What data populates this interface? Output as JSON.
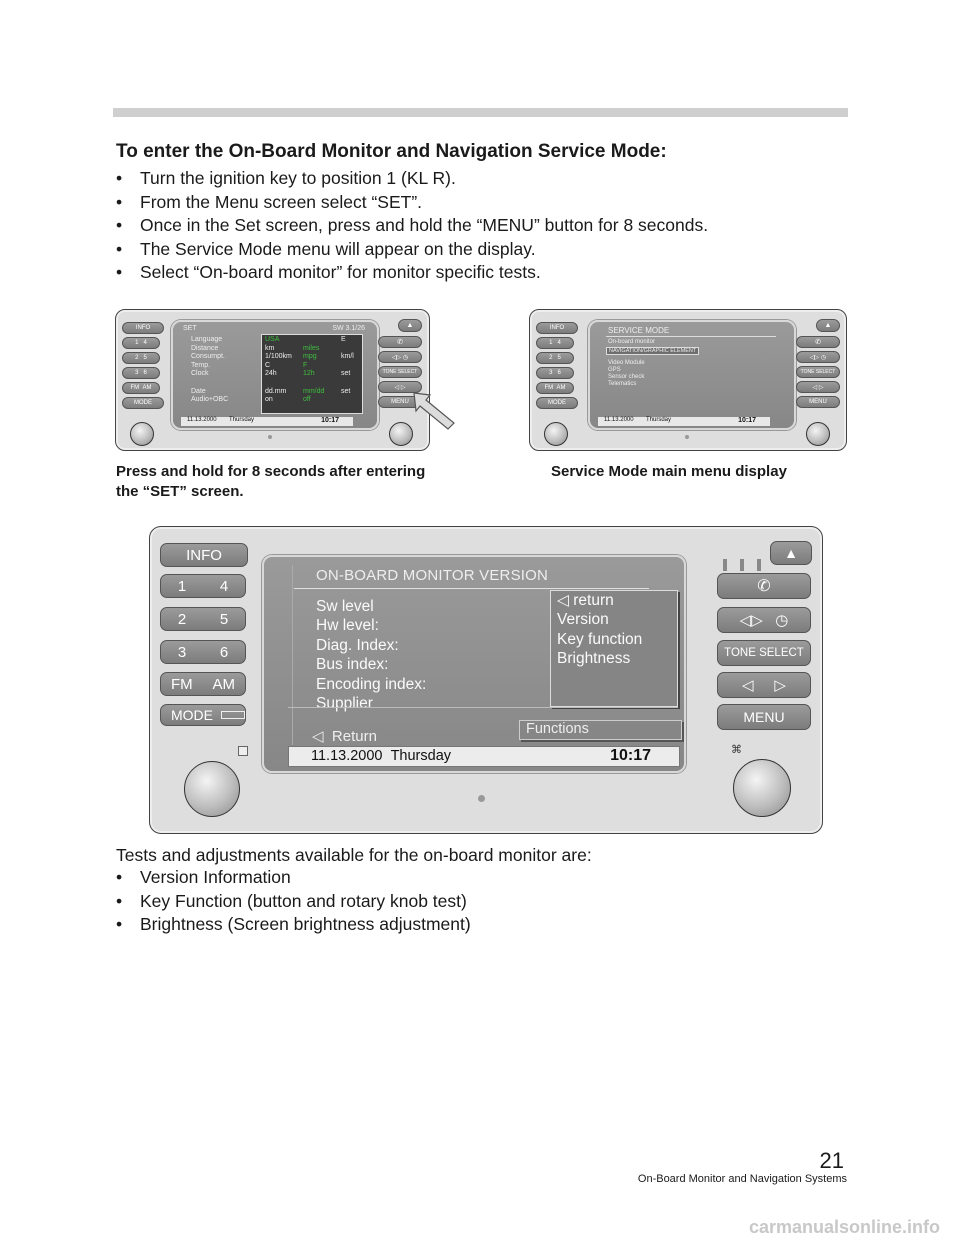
{
  "heading": "To enter the On-Board Monitor and Navigation Service Mode:",
  "steps": [
    "Turn the ignition key to position 1 (KL R).",
    "From the Menu screen select “SET”.",
    "Once in the Set screen, press and hold the “MENU” button for 8 seconds.",
    "The Service Mode menu will appear on the display.",
    "Select “On-board monitor” for monitor specific tests."
  ],
  "captions": {
    "left": [
      "Press and hold for 8 seconds after entering",
      "the “SET” screen."
    ],
    "right": "Service Mode main menu display"
  },
  "left_buttons": [
    "INFO",
    "1",
    "4",
    "2",
    "5",
    "3",
    "6",
    "FM",
    "AM",
    "MODE"
  ],
  "right_buttons": {
    "tone": "TONE SELECT",
    "menu": "MENU"
  },
  "set_screen": {
    "title": "SET",
    "sw": "SW 3.1/26",
    "labels": [
      "Language",
      "Distance",
      "Consumpt.",
      "Temp.",
      "Clock",
      "",
      "Date",
      "Audio+OBC"
    ],
    "col1": [
      "USA",
      "km",
      "1/100km",
      "C",
      "24h",
      "",
      "dd.mm",
      "on"
    ],
    "col2": [
      "",
      "miles",
      "mpg",
      "F",
      "12h",
      "",
      "mm/dd",
      "off"
    ],
    "col3": [
      "E",
      "",
      "km/l",
      "",
      "set",
      "",
      "set",
      ""
    ],
    "date": "11.13.2000",
    "day": "Thursday",
    "time": "10:17"
  },
  "service_screen": {
    "title": "SERVICE MODE",
    "items": [
      "On-board monitor",
      "NAVIGATION/GRAPHIC ELEMENT",
      "Video Module",
      "GPS",
      "Sensor check",
      "Telematics"
    ],
    "date": "11.13.2000",
    "day": "Thursday",
    "time": "10:17"
  },
  "version_screen": {
    "title": "ON-BOARD MONITOR VERSION",
    "fields": [
      "Sw level",
      "Hw level:",
      "Diag. Index:",
      "Bus index:",
      "Encoding index:",
      "Supplier"
    ],
    "menu": [
      "return",
      "Version",
      "Key function",
      "Brightness"
    ],
    "return_label": "Return",
    "functions_label": "Functions",
    "date": "11.13.2000",
    "day": "Thursday",
    "time": "10:17"
  },
  "tests_intro": "Tests and adjustments available for the on-board monitor are:",
  "tests": [
    "Version Information",
    "Key Function (button and rotary knob test)",
    "Brightness (Screen brightness adjustment)"
  ],
  "page_number": "21",
  "footer": "On-Board Monitor and Navigation Systems",
  "watermark": "carmanualsonline.info"
}
